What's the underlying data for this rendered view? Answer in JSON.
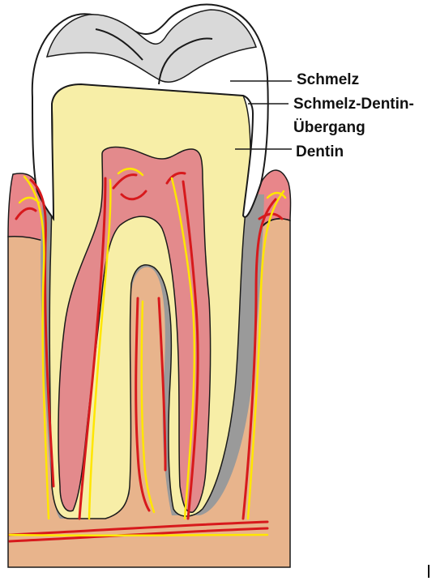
{
  "labels": {
    "enamel": "Schmelz",
    "dej_line1": "Schmelz-Dentin-",
    "dej_line2": "Übergang",
    "dentin": "Dentin"
  },
  "colors": {
    "gum_bone": "#e8b48c",
    "gingiva": "#e8868a",
    "periodontal_gray": "#9a9a9a",
    "dentin": "#f7eea7",
    "pulp": "#e38a8c",
    "enamel": "#ffffff",
    "enamel_top": "#d9d9d9",
    "outline": "#1a1a1a",
    "vessel_red": "#d7191c",
    "nerve_yellow": "#ffe600"
  }
}
